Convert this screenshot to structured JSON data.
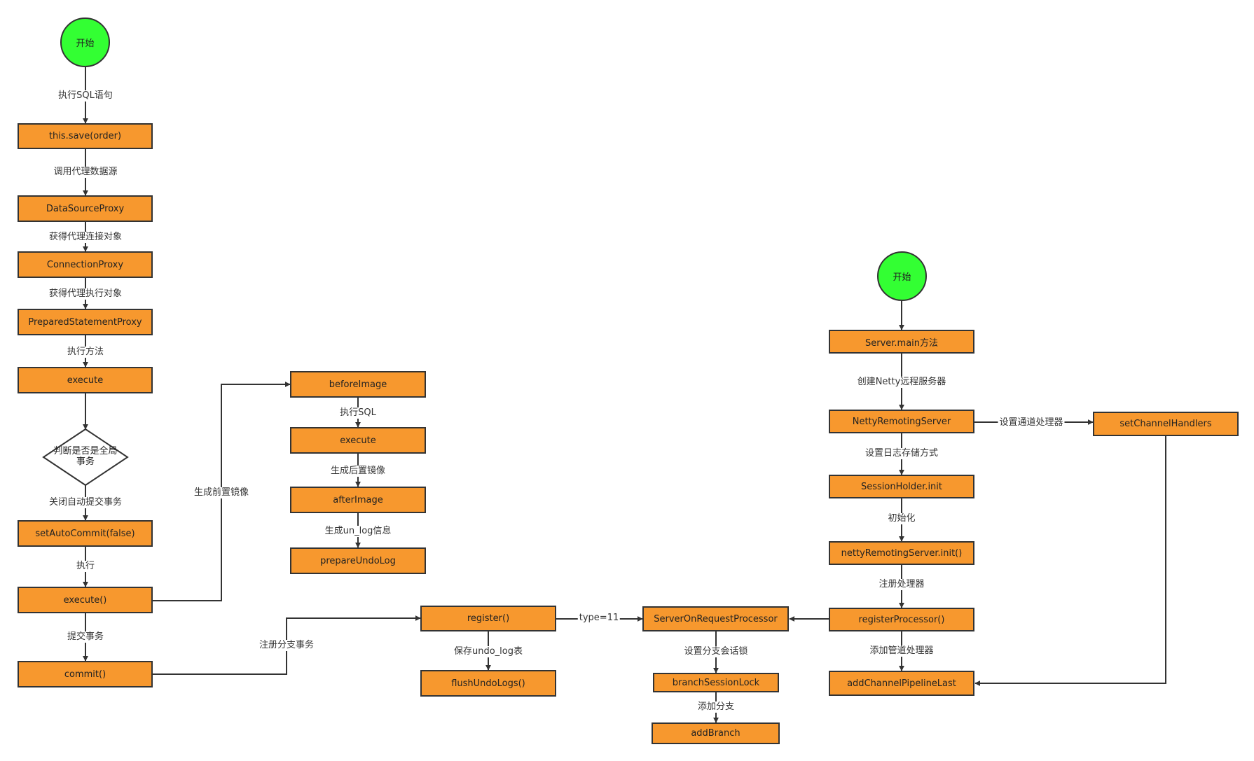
{
  "colors": {
    "node_fill": "#f7982e",
    "start_fill": "#33ff33",
    "stroke": "#333333"
  },
  "nodes": {
    "start1": "开始",
    "save": "this.save(order)",
    "dsproxy": "DataSourceProxy",
    "connproxy": "ConnectionProxy",
    "psproxy": "PreparedStatementProxy",
    "execute1": "execute",
    "decision": "判断是否是全局事务",
    "setauto": "setAutoCommit(false)",
    "execute2": "execute()",
    "commit": "commit()",
    "before": "beforeImage",
    "execute3": "execute",
    "after": "afterImage",
    "prepare": "prepareUndoLog",
    "register": "register()",
    "flush": "flushUndoLogs()",
    "processor": "ServerOnRequestProcessor",
    "lock": "branchSessionLock",
    "addbranch": "addBranch",
    "start2": "开始",
    "servermain": "Server.main方法",
    "netty": "NettyRemotingServer",
    "handlers": "setChannelHandlers",
    "session": "SessionHolder.init",
    "nettyinit": "nettyRemotingServer.init()",
    "regproc": "registerProcessor()",
    "pipeline": "addChannelPipelineLast"
  },
  "edges": {
    "e1": "执行SQL语句",
    "e2": "调用代理数据源",
    "e3": "获得代理连接对象",
    "e4": "获得代理执行对象",
    "e5": "执行方法",
    "e6": "关闭自动提交事务",
    "e7": "执行",
    "e8": "提交事务",
    "e9": "生成前置镜像",
    "e10": "执行SQL",
    "e11": "生成后置镜像",
    "e12": "生成un_log信息",
    "e13": "注册分支事务",
    "e14": "保存undo_log表",
    "e15": "type=11",
    "e16": "设置分支会话锁",
    "e17": "添加分支",
    "e18": "创建Netty远程服务器",
    "e19": "设置通道处理器",
    "e20": "设置日志存储方式",
    "e21": "初始化",
    "e22": "注册处理器",
    "e23": "添加管道处理器"
  }
}
